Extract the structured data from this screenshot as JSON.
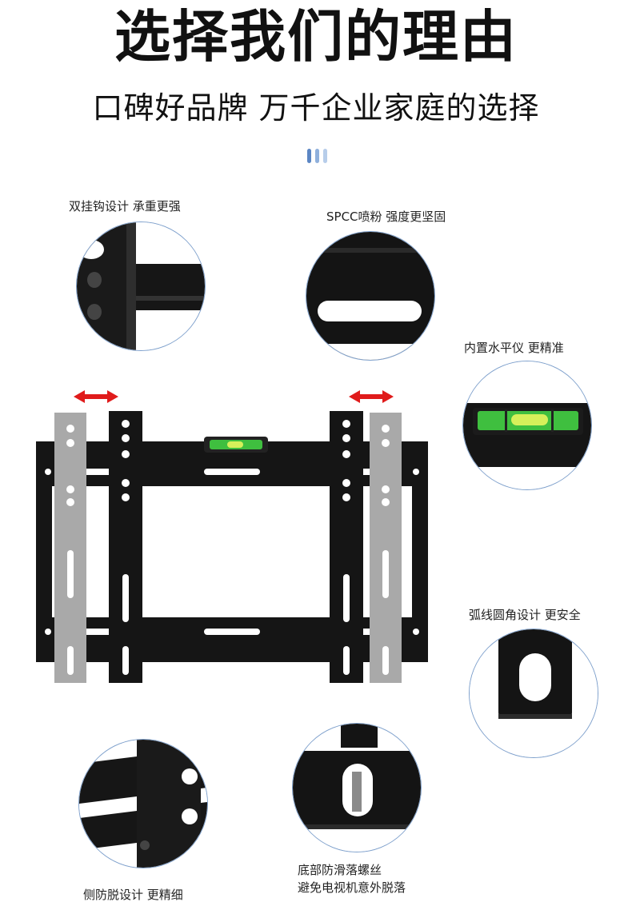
{
  "header": {
    "title": "选择我们的理由",
    "subtitle": "口碑好品牌 万千企业家庭的选择"
  },
  "features": [
    {
      "caption": "双挂钩设计 承重更强"
    },
    {
      "caption": "SPCC喷粉 强度更坚固"
    },
    {
      "caption": "内置水平仪 更精准"
    },
    {
      "caption": "弧线圆角设计 更安全"
    },
    {
      "caption": "侧防脱设计 更精细"
    },
    {
      "caption_line1": "底部防滑落螺丝",
      "caption_line2": "避免电视机意外脱落"
    }
  ],
  "colors": {
    "arrow": "#e01b1b",
    "metal": "#151515",
    "ghost": "#a9a9a9",
    "ring": "#7ea0cc",
    "bubble": "#3fbf3f"
  }
}
